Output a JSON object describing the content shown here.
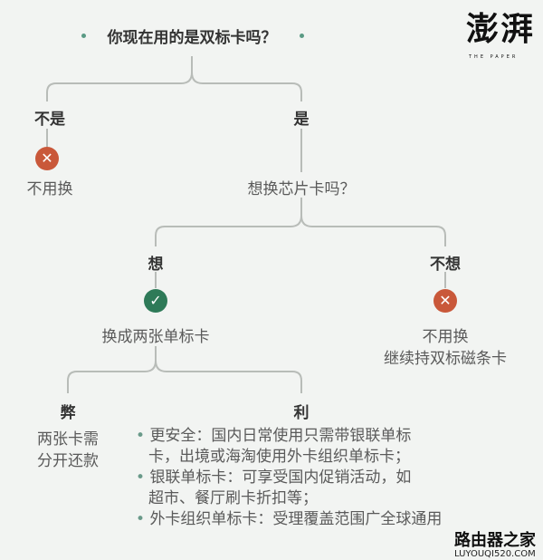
{
  "logo": {
    "text": "澎湃",
    "sub": "THE PAPER"
  },
  "question1": "你现在用的是双标卡吗？",
  "branch_no": {
    "label": "不是",
    "icon": "cross-icon",
    "result": "不用换"
  },
  "branch_yes": {
    "label": "是",
    "question": "想换芯片卡吗？"
  },
  "want": {
    "label": "想",
    "icon": "check-icon",
    "result": "换成两张单标卡"
  },
  "not_want": {
    "label": "不想",
    "icon": "cross-icon",
    "result1": "不用换",
    "result2": "继续持双标磁条卡"
  },
  "cons": {
    "label": "弊",
    "line1": "两张卡需",
    "line2": "分开还款"
  },
  "pros": {
    "label": "利",
    "lines": [
      "更安全：国内日常使用只需带银联单标",
      "卡，出境或海淘使用外卡组织单标卡；",
      "银联单标卡：可享受国内促销活动，如",
      "超市、餐厅刷卡折扣等；",
      "外卡组织单标卡：受理覆盖范围广全球通用"
    ],
    "bullet": "•"
  },
  "watermark": {
    "title": "路由器之家",
    "url": "LUYOUQI520.COM"
  },
  "colors": {
    "cross": "#c9583a",
    "check": "#2e7a58",
    "line": "#b8bcb8"
  }
}
